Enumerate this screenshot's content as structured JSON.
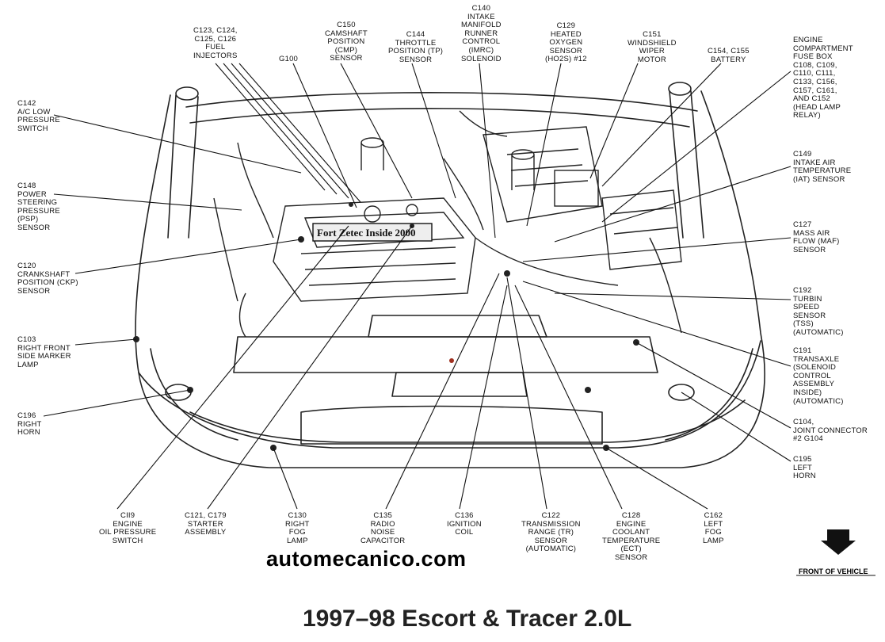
{
  "title": "1997–98 Escort & Tracer 2.0L",
  "watermark": "automecanico.com",
  "front_indicator": "FRONT OF VEHICLE",
  "labels": {
    "c142": "C142\nA/C LOW\nPRESSURE\nSWITCH",
    "c148": "C148\nPOWER\nSTEERING\nPRESSURE\n(PSP)\nSENSOR",
    "c120": "C120\nCRANKSHAFT\nPOSITION (CKP)\nSENSOR",
    "c103": "C103\nRIGHT FRONT\nSIDE MARKER\nLAMP",
    "c196": "C196\nRIGHT\nHORN",
    "c123": "C123, C124,\nC125, C126\nFUEL\nINJECTORS",
    "g100": "G100",
    "c150": "C150\nCAMSHAFT\nPOSITION\n(CMP)\nSENSOR",
    "c144": "C144\nTHROTTLE\nPOSITION (TP)\nSENSOR",
    "c140": "C140\nINTAKE\nMANIFOLD\nRUNNER\nCONTROL\n(IMRC)\nSOLENOID",
    "c129": "C129\nHEATED\nOXYGEN\nSENSOR\n(HO2S) #12",
    "c151": "C151\nWINDSHIELD\nWIPER\nMOTOR",
    "c154": "C154, C155\nBATTERY",
    "fusebox": "ENGINE\nCOMPARTMENT\nFUSE BOX\nC108, C109,\nC110, C111,\nC133, C156,\nC157, C161,\nAND C152\n(HEAD LAMP\nRELAY)",
    "c149": "C149\nINTAKE AIR\nTEMPERATURE\n(IAT) SENSOR",
    "c127": "C127\nMASS AIR\nFLOW (MAF)\nSENSOR",
    "c192": "C192\nTURBIN\nSPEED\nSENSOR\n(TSS)\n(AUTOMATIC)",
    "c191": "C191\nTRANSAXLE\n(SOLENOID\nCONTROL\nASSEMBLY\nINSIDE)\n(AUTOMATIC)",
    "c104": "C104,\nJOINT CONNECTOR\n#2 G104",
    "c195": "C195\nLEFT\nHORN",
    "c119": "CII9\nENGINE\nOIL PRESSURE\nSWITCH",
    "c121": "C121, C179\nSTARTER\nASSEMBLY",
    "c130": "C130\nRIGHT\nFOG\nLAMP",
    "c135": "C135\nRADIO\nNOISE\nCAPACITOR",
    "c136": "C136\nIGNITION\nCOIL",
    "c122": "C122\nTRANSMISSION\nRANGE (TR)\nSENSOR\n(AUTOMATIC)",
    "c128": "C128\nENGINE\nCOOLANT\nTEMPERATURE\n(ECT)\nSENSOR",
    "c162": "C162\nLEFT\nFOG\nLAMP"
  },
  "engine_plate_text": "Fort Zetec Inside 2000"
}
